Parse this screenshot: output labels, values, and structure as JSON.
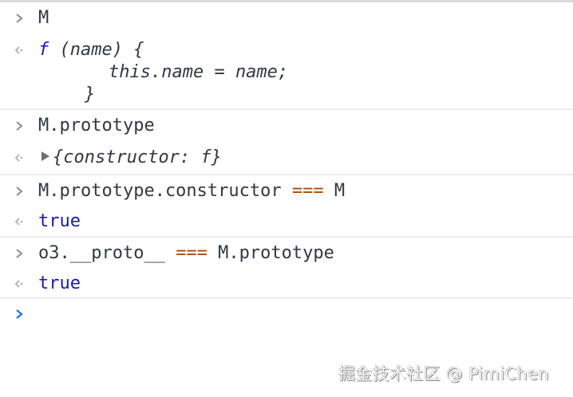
{
  "console": {
    "entries": [
      {
        "input": {
          "text": "M"
        },
        "output": {
          "keyword": "f",
          "signature": " (name) {",
          "body": "this.name = name;",
          "closing": "}"
        }
      },
      {
        "input": {
          "text": "M.prototype"
        },
        "output": {
          "preview": "{constructor: f}"
        }
      },
      {
        "input": {
          "left": "M.prototype.constructor ",
          "operator": "===",
          "right": " M"
        },
        "output": {
          "value": "true"
        }
      },
      {
        "input": {
          "left": "o3.__proto__ ",
          "operator": "===",
          "right": " M.prototype"
        },
        "output": {
          "value": "true"
        }
      }
    ],
    "prompt": {
      "value": ""
    }
  },
  "icons": {
    "input_marker": "chevron-right-icon",
    "output_marker": "return-arrow-icon",
    "expand": "triangle-right-icon",
    "prompt": "chevron-right-icon"
  },
  "colors": {
    "text": "#303942",
    "keyword": "#1a1aa6",
    "operator": "#a84b0a",
    "prompt": "#1a73e8",
    "gutter": "#8c8c8c",
    "separator": "#ececec"
  },
  "watermark": {
    "text": "掘金技术社区 @ PimiChen"
  }
}
